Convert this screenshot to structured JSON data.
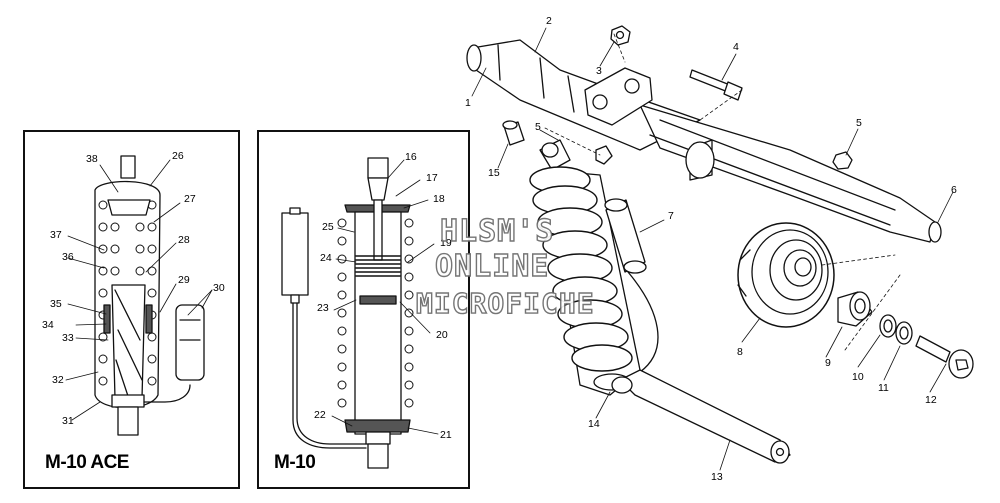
{
  "panels": {
    "ace_title": "M-10 ACE",
    "m10_title": "M-10"
  },
  "watermark": {
    "line1": "HLSM'S",
    "line2": "ONLINE",
    "line3": "MICROFICHE"
  },
  "callouts": {
    "c1": "1",
    "c2": "2",
    "c3": "3",
    "c4": "4",
    "c5a": "5",
    "c5b": "5",
    "c6": "6",
    "c7": "7",
    "c8": "8",
    "c9": "9",
    "c10": "10",
    "c11": "11",
    "c12": "12",
    "c13": "13",
    "c14": "14",
    "c15": "15",
    "c16": "16",
    "c17": "17",
    "c18": "18",
    "c19": "19",
    "c20": "20",
    "c21": "21",
    "c22": "22",
    "c23": "23",
    "c24": "24",
    "c25": "25",
    "c26": "26",
    "c27": "27",
    "c28": "28",
    "c29": "29",
    "c30": "30",
    "c31": "31",
    "c32": "32",
    "c33": "33",
    "c34": "34",
    "c35": "35",
    "c36": "36",
    "c37": "37",
    "c38": "38"
  }
}
